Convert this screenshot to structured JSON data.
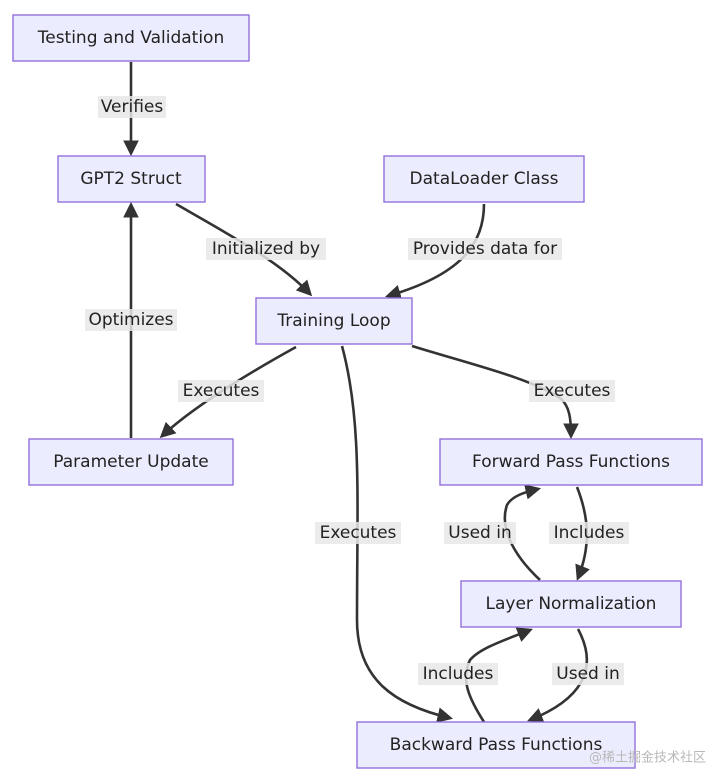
{
  "nodes": {
    "testing": "Testing and Validation",
    "gpt2": "GPT2 Struct",
    "dataloader": "DataLoader Class",
    "training": "Training Loop",
    "param_update": "Parameter Update",
    "forward": "Forward Pass Functions",
    "layernorm": "Layer Normalization",
    "backward": "Backward Pass Functions"
  },
  "edges": {
    "verifies": "Verifies",
    "initialized_by": "Initialized by",
    "provides_data": "Provides data for",
    "optimizes": "Optimizes",
    "executes_param": "Executes",
    "executes_forward": "Executes",
    "executes_backward": "Executes",
    "used_in_forward": "Used in",
    "includes_forward": "Includes",
    "includes_backward": "Includes",
    "used_in_backward": "Used in"
  },
  "watermark": "@稀土掘金技术社区",
  "colors": {
    "node_fill": "#ECECFF",
    "node_stroke": "#9370DB",
    "edge": "#333333",
    "label_bg": "#E8E8E8"
  }
}
